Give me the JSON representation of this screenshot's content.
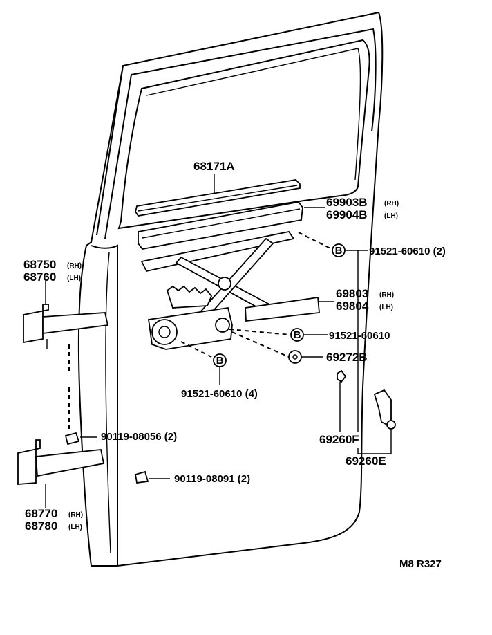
{
  "labels": {
    "run_channel": "68171A",
    "glass_channel_rh": "69903B",
    "glass_channel_rh_side": "(RH)",
    "glass_channel_lh": "69904B",
    "glass_channel_lh_side": "(LH)",
    "bolt_top": "91521-60610 (2)",
    "hinge_upper_rh": "68750",
    "hinge_upper_rh_side": "(RH)",
    "hinge_upper_lh": "68760",
    "hinge_upper_lh_side": "(LH)",
    "regulator_rh": "69803",
    "regulator_rh_side": "(RH)",
    "regulator_lh": "69804",
    "regulator_lh_side": "(LH)",
    "bolt_mid": "91521-60610",
    "bolt_bottom": "91521-60610 (4)",
    "handle_washer": "69272B",
    "handle_part": "69260F",
    "handle_assy": "69260E",
    "bolt_hinge_upper": "90119-08056 (2)",
    "bolt_hinge_lower": "90119-08091 (2)",
    "hinge_lower_rh": "68770",
    "hinge_lower_rh_side": "(RH)",
    "hinge_lower_lh": "68780",
    "hinge_lower_lh_side": "(LH)",
    "diagram_code": "M8 R327",
    "marker_b": "B"
  }
}
